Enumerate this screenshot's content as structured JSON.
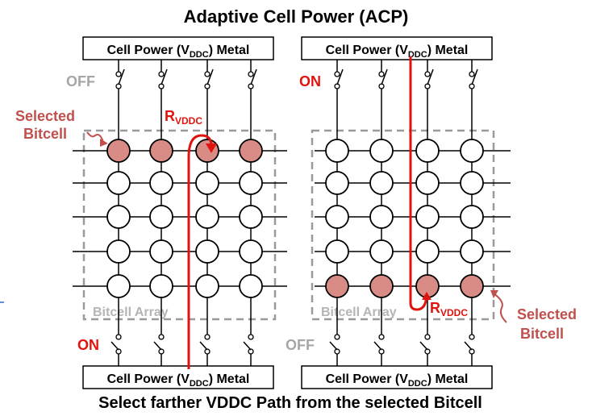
{
  "title": "Adaptive Cell Power (ACP)",
  "caption": "Select farther VDDC Path from the selected Bitcell",
  "metal_label": {
    "prefix": "Cell Power (V",
    "sub": "DDC",
    "suffix": ") Metal"
  },
  "resistance_label": {
    "main": "R",
    "sub": "VDDC"
  },
  "array_label": "Bitcell Array",
  "selected_label": {
    "line1": "Selected",
    "line2": "Bitcell"
  },
  "switch_states": {
    "off": "OFF",
    "on": "ON"
  },
  "colors": {
    "selected_fill": "#d98c86",
    "current_path": "#e0140e",
    "state_on": "#e0140e",
    "state_off": "#a6a6a6",
    "array_border": "#9a9a9a",
    "selected_label": "#c0504d"
  },
  "arrays": [
    {
      "name": "left",
      "top_switch": "OFF",
      "bottom_switch": "ON",
      "rows": 5,
      "cols": 4,
      "selected_row": 1,
      "current_column": 3
    },
    {
      "name": "right",
      "top_switch": "ON",
      "bottom_switch": "OFF",
      "rows": 5,
      "cols": 4,
      "selected_row": 5,
      "current_column": 3
    }
  ]
}
